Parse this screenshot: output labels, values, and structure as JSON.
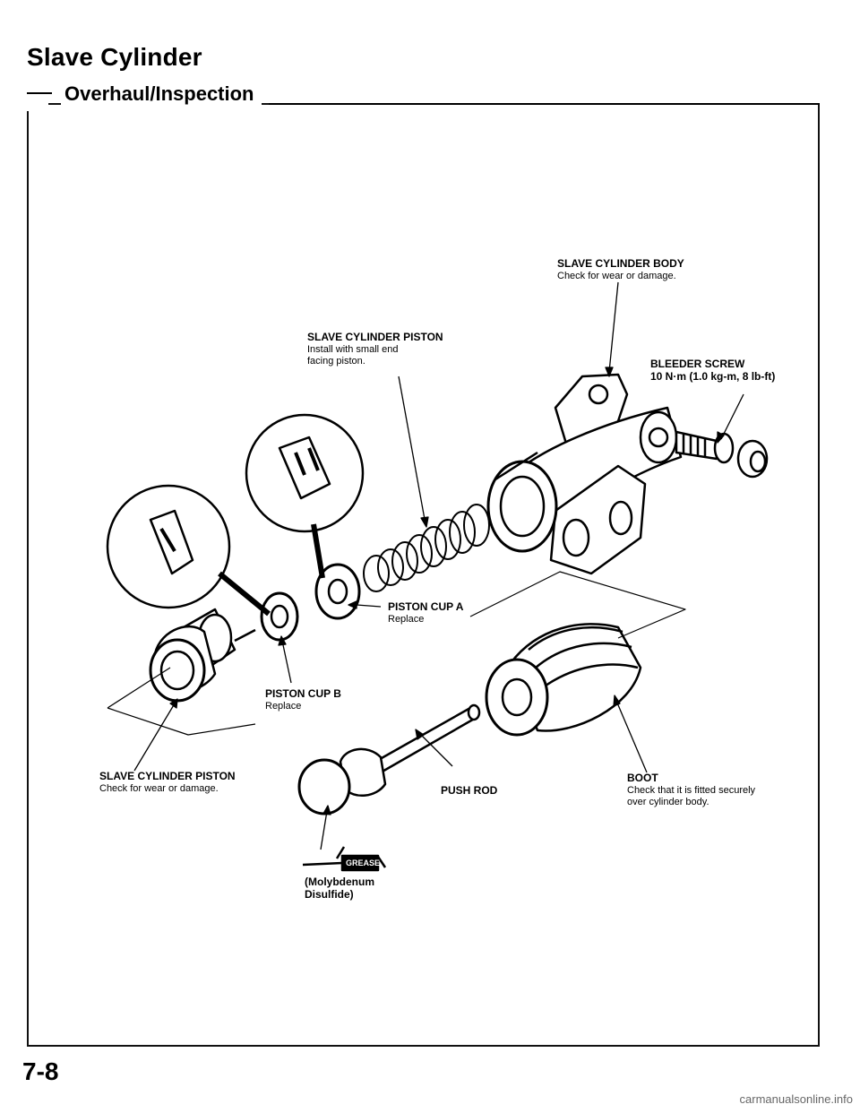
{
  "page": {
    "title": "Slave Cylinder",
    "subtitle": "Overhaul/Inspection",
    "page_number": "7-8",
    "watermark": "carmanualsonline.info"
  },
  "labels": {
    "body": {
      "name": "SLAVE CYLINDER BODY",
      "note": "Check for wear or damage."
    },
    "piston_top": {
      "name": "SLAVE CYLINDER PISTON",
      "note_line1": "Install with small end",
      "note_line2": "facing piston."
    },
    "bleeder": {
      "name": "BLEEDER SCREW",
      "torque": "10 N·m (1.0 kg-m, 8 lb-ft)"
    },
    "cup_a": {
      "name": "PISTON CUP A",
      "note": "Replace"
    },
    "cup_b": {
      "name": "PISTON CUP B",
      "note": "Replace"
    },
    "piston_bottom": {
      "name": "SLAVE CYLINDER PISTON",
      "note": "Check for wear or damage."
    },
    "push_rod": {
      "name": "PUSH ROD"
    },
    "boot": {
      "name": "BOOT",
      "note_line1": "Check that it is fitted securely",
      "note_line2": "over cylinder body."
    },
    "grease": {
      "badge": "GREASE",
      "line1": "(Molybdenum",
      "line2": "Disulfide)"
    }
  }
}
